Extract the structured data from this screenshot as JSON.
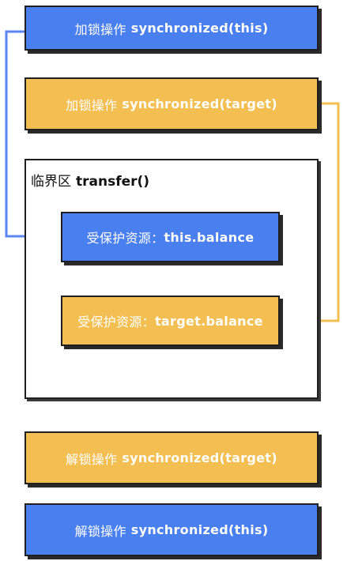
{
  "lock_this": {
    "cn": "加锁操作",
    "code": "synchronized(this)"
  },
  "lock_target": {
    "cn": "加锁操作",
    "code": "synchronized(target)"
  },
  "critical_section": {
    "cn": "临界区",
    "code": "transfer()"
  },
  "resource_this": {
    "cn": "受保护资源：",
    "code": "this.balance"
  },
  "resource_target": {
    "cn": "受保护资源：",
    "code": "target.balance"
  },
  "unlock_target": {
    "cn": "解锁操作",
    "code": "synchronized(target)"
  },
  "unlock_this": {
    "cn": "解锁操作",
    "code": "synchronized(this)"
  },
  "colors": {
    "blue": "#4a7ff0",
    "orange": "#f4bf52",
    "outline": "#1f1f1f"
  }
}
